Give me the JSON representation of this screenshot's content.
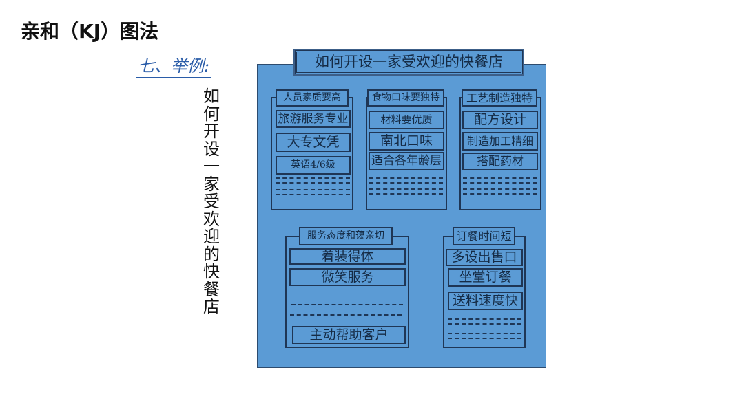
{
  "page_title": "亲和（KJ）图法",
  "section_label": "七、举例:",
  "vertical_text": "如何开设一家受欢迎的快餐店",
  "board": {
    "title": "如何开设一家受欢迎的快餐店",
    "groups": [
      {
        "header": "人员素质要高",
        "items": [
          "旅游服务专业",
          "大专文凭",
          "英语4/6级"
        ]
      },
      {
        "header": "食物口味要独特",
        "items": [
          "材料要优质",
          "南北口味",
          "适合各年龄层"
        ]
      },
      {
        "header": "工艺制造独特",
        "items": [
          "配方设计",
          "制造加工精细",
          "搭配药材"
        ]
      },
      {
        "header": "服务态度和蔼亲切",
        "items": [
          "着装得体",
          "微笑服务",
          "主动帮助客户"
        ]
      },
      {
        "header": "订餐时间短",
        "items": [
          "多设出售口",
          "坐堂订餐",
          "送料速度快"
        ]
      }
    ]
  },
  "colors": {
    "board": "#5b9bd5",
    "border": "#1f3655",
    "accent": "#2a5ca8"
  }
}
